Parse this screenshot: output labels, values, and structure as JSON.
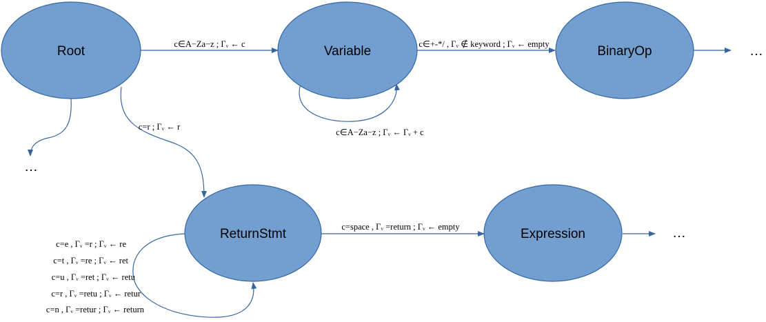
{
  "nodes": {
    "root": "Root",
    "variable": "Variable",
    "binaryop": "BinaryOp",
    "returnstmt": "ReturnStmt",
    "expression": "Expression"
  },
  "ellipses": {
    "after_binaryop": "…",
    "after_root": "…",
    "after_expression": "…"
  },
  "edges": {
    "root_to_variable": "c∈A−Za−z ; Γᵥ ← c",
    "variable_to_binaryop": "c∈+-*/ , Γᵥ ∉ keyword ; Γᵥ ← empty",
    "variable_self": "c∈A−Za−z ; Γᵥ ← Γᵥ + c",
    "root_to_returnstmt": "c=r ; Γᵥ ← r",
    "returnstmt_to_expression": "c=space , Γᵥ =return ; Γᵥ ← empty",
    "returnstmt_self": [
      "c=e , Γᵥ =r ; Γᵥ ← re",
      "c=t , Γᵥ =re ; Γᵥ ← ret",
      "c=u , Γᵥ =ret ; Γᵥ ← retu",
      "c=r , Γᵥ =retu ; Γᵥ ← retur",
      "c=n , Γᵥ =retur ; Γᵥ ← return"
    ]
  },
  "colors": {
    "node_fill": "#729fcf",
    "node_stroke": "#3465a4",
    "edge": "#3465a4"
  }
}
